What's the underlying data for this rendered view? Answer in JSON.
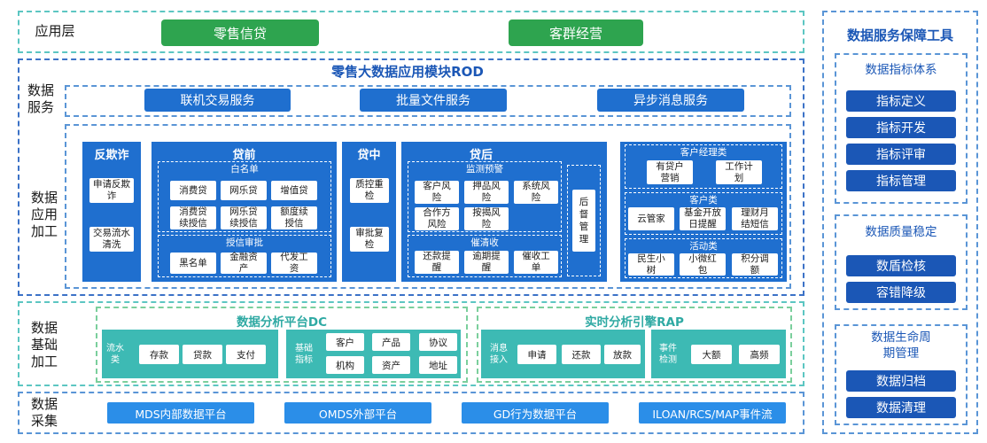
{
  "app_layer": {
    "label": "应用层",
    "btn1": "零售信贷",
    "btn2": "客群经营"
  },
  "module": {
    "title": "零售大数据应用模块ROD"
  },
  "service": {
    "label": "数据服务",
    "s1": "联机交易服务",
    "s2": "批量文件服务",
    "s3": "异步消息服务"
  },
  "processing": {
    "label": "数据应用加工",
    "anti_fraud": {
      "title": "反欺诈",
      "c1": "申请反欺诈",
      "c2": "交易流水清洗"
    },
    "pre_loan": {
      "title": "贷前",
      "whitelist": {
        "title": "白名单",
        "items": [
          "消费贷",
          "网乐贷",
          "增值贷",
          "消费贷续授信",
          "网乐贷续授信",
          "额度续授信"
        ]
      },
      "credit": {
        "title": "授信审批",
        "items": [
          "黑名单",
          "金融资产",
          "代发工资"
        ]
      }
    },
    "mid_loan": {
      "title": "贷中",
      "c1": "质控重检",
      "c2": "审批复检"
    },
    "post_loan": {
      "title": "贷后",
      "monitor": {
        "title": "监测预警",
        "items": [
          "客户风险",
          "押品风险",
          "系统风险",
          "合作方风险",
          "按揭风险"
        ]
      },
      "collect": {
        "title": "催清收",
        "items": [
          "还款提醒",
          "逾期提醒",
          "催收工单"
        ]
      },
      "side": "后督管理"
    },
    "manager": {
      "title": "客户经理类",
      "items": [
        "有贷户营销",
        "工作计划"
      ]
    },
    "customer": {
      "title": "客户类",
      "items": [
        "云管家",
        "基金开放日提醒",
        "理财月结短信"
      ]
    },
    "activity": {
      "title": "活动类",
      "items": [
        "民生小树",
        "小微红包",
        "积分调额"
      ]
    }
  },
  "foundation": {
    "label": "数据基础加工",
    "dc": {
      "title": "数据分析平台DC",
      "flow_label": "流水类",
      "flow_items": [
        "存款",
        "贷款",
        "支付"
      ],
      "base_label": "基础指标",
      "base_items": [
        "客户",
        "产品",
        "协议",
        "机构",
        "资产",
        "地址"
      ]
    },
    "rap": {
      "title": "实时分析引擎RAP",
      "msg_label": "消息接入",
      "msg_items": [
        "申请",
        "还款",
        "放款"
      ],
      "event_label": "事件检测",
      "event_items": [
        "大额",
        "高频"
      ]
    }
  },
  "collection": {
    "label": "数据采集",
    "items": [
      "MDS内部数据平台",
      "OMDS外部平台",
      "GD行为数据平台",
      "ILOAN/RCS/MAP事件流"
    ]
  },
  "tools": {
    "title": "数据服务保障工具",
    "metric": {
      "title": "数据指标体系",
      "items": [
        "指标定义",
        "指标开发",
        "指标评审",
        "指标管理"
      ]
    },
    "quality": {
      "title": "数据质量稳定",
      "items": [
        "数盾检核",
        "容错降级"
      ]
    },
    "lifecycle": {
      "title": "数据生命周期管理",
      "items": [
        "数据归档",
        "数据清理"
      ]
    }
  }
}
